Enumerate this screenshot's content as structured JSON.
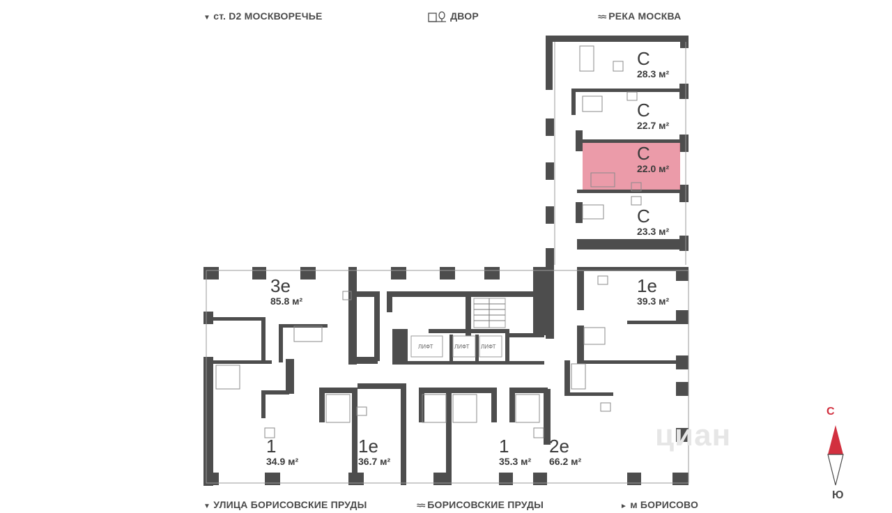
{
  "header": {
    "station": "ст. D2 МОСКВОРЕЧЬЕ",
    "yard": "ДВОР",
    "river": "РЕКА МОСКВА"
  },
  "footer": {
    "street": "УЛИЦА БОРИСОВСКИЕ ПРУДЫ",
    "ponds": "БОРИСОВСКИЕ ПРУДЫ",
    "metro": "м БОРИСОВО"
  },
  "apartments": [
    {
      "type": "С",
      "area": "28.3 м²",
      "selected": false
    },
    {
      "type": "С",
      "area": "22.7 м²",
      "selected": false
    },
    {
      "type": "С",
      "area": "22.0 м²",
      "selected": true
    },
    {
      "type": "С",
      "area": "23.3 м²",
      "selected": false
    },
    {
      "type": "1е",
      "area": "39.3 м²",
      "selected": false
    },
    {
      "type": "3е",
      "area": "85.8 м²",
      "selected": false
    },
    {
      "type": "1",
      "area": "34.9 м²",
      "selected": false
    },
    {
      "type": "1е",
      "area": "36.7 м²",
      "selected": false
    },
    {
      "type": "1",
      "area": "35.3 м²",
      "selected": false
    },
    {
      "type": "2е",
      "area": "66.2 м²",
      "selected": false
    }
  ],
  "lifts": [
    "ЛИФТ",
    "ЛИФТ",
    "ЛИФТ"
  ],
  "compass": {
    "north": "С",
    "south": "Ю"
  },
  "watermark": "циан",
  "colors": {
    "wall": "#4d4d4d",
    "highlight": "#e88a9a",
    "compass_north": "#d2303f"
  }
}
